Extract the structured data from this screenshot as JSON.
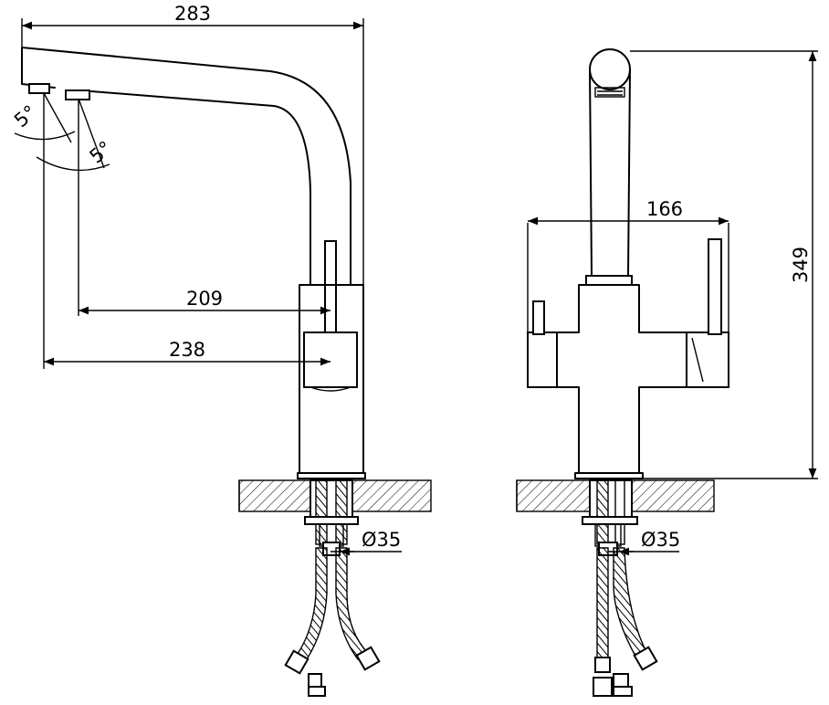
{
  "dimensions": {
    "overall_reach": "283",
    "spout_reach_1": "209",
    "spout_reach_2": "238",
    "spout_angle_1": "5°",
    "spout_angle_2": "5°",
    "body_width": "166",
    "overall_height": "349",
    "mount_hole_side": "Ø35",
    "mount_hole_front": "Ø35"
  },
  "colors": {
    "line": "#000000",
    "background": "#ffffff"
  }
}
